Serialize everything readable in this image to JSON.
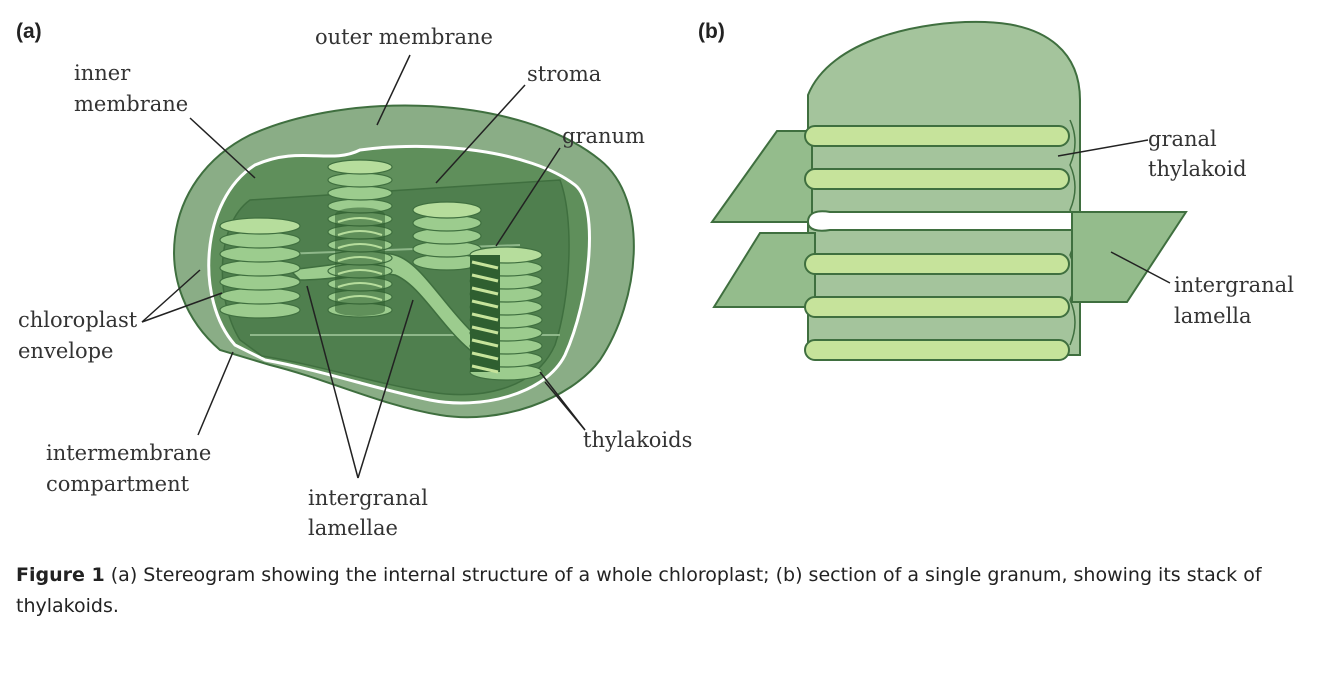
{
  "panels": {
    "a": {
      "tag": "(a)",
      "labels": {
        "outer_membrane": "outer membrane",
        "inner_membrane_1": "inner",
        "inner_membrane_2": "membrane",
        "stroma": "stroma",
        "granum": "granum",
        "envelope_1": "chloroplast",
        "envelope_2": "envelope",
        "intermembrane_1": "intermembrane",
        "intermembrane_2": "compartment",
        "lamellae_1": "intergranal",
        "lamellae_2": "lamellae",
        "thylakoids": "thylakoids"
      }
    },
    "b": {
      "tag": "(b)",
      "labels": {
        "granal_1": "granal",
        "granal_2": "thylakoid",
        "lamella_1": "intergranal",
        "lamella_2": "lamella"
      }
    }
  },
  "caption": {
    "figure": "Figure 1",
    "text": " (a) Stereogram showing the internal structure of a whole chloroplast; (b) section of a single granum, showing its stack of thylakoids."
  },
  "colors": {
    "outer": "#8aad86",
    "inner_dark": "#4f7f4e",
    "stack": "#9ccc8e",
    "stack_light": "#c6e39b",
    "line": "#3f6f3f",
    "granum_b": "#a4c49c",
    "sheet_b": "#94bc8c"
  }
}
